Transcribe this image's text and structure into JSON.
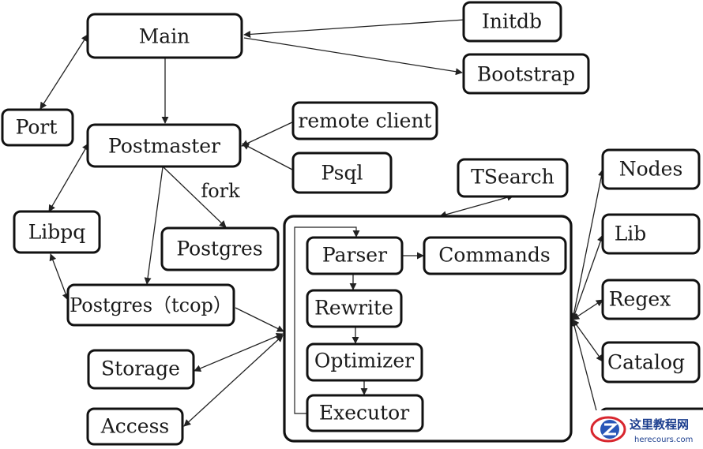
{
  "nodes": {
    "main": "Main",
    "initdb": "Initdb",
    "bootstrap": "Bootstrap",
    "port": "Port",
    "postmaster": "Postmaster",
    "remote_client": "remote client",
    "psql": "Psql",
    "libpq": "Libpq",
    "postgres": "Postgres",
    "postgres_tcop": "Postgres（tcop）",
    "storage": "Storage",
    "access": "Access",
    "tsearch": "TSearch",
    "parser": "Parser",
    "commands": "Commands",
    "rewrite": "Rewrite",
    "optimizer": "Optimizer",
    "executor": "Executor",
    "nodes": "Nodes",
    "lib": "Lib",
    "regex": "Regex",
    "catalog": "Catalog"
  },
  "edge_labels": {
    "fork": "fork"
  },
  "watermark": {
    "site_cn": "这里教程网",
    "site_en": "herecours.com"
  },
  "colors": {
    "ink": "#111111",
    "watermark_blue": "#1d3f8f",
    "watermark_red": "#d8262e"
  }
}
